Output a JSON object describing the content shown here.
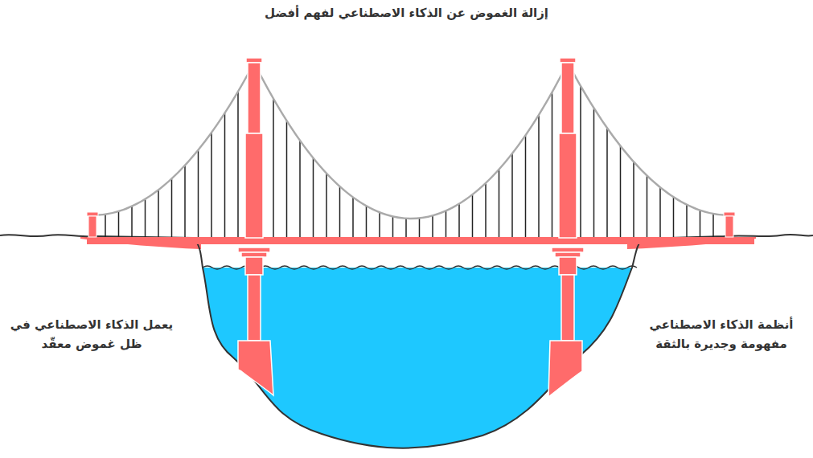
{
  "diagram": {
    "title": "إزالة الغموض عن الذكاء الاصطناعي لفهم أفضل",
    "labels": [
      "يعمل الذكاء الاصطناعي في ظل غموض معقّد",
      "أنظمة الذكاء الاصطناعي مفهومة وجديرة بالثقة"
    ]
  }
}
